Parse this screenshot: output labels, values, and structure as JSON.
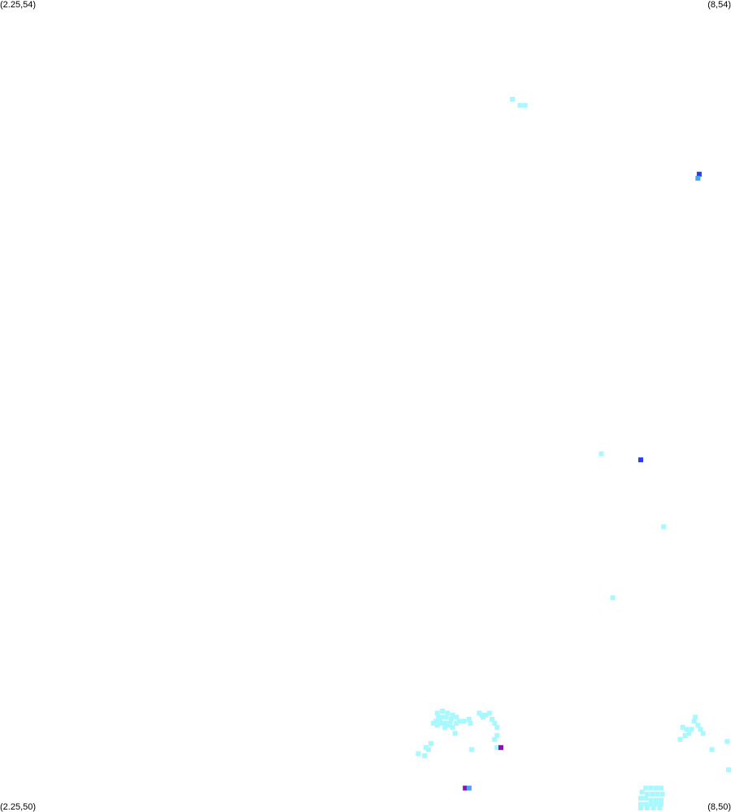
{
  "map": {
    "corners": {
      "top_left": "(2.25,54)",
      "top_right": "(8,54)",
      "bottom_left": "(2.25,50)",
      "bottom_right": "(8,50)"
    },
    "extent": {
      "lon_min": 2.25,
      "lon_max": 8,
      "lat_min": 50,
      "lat_max": 54
    },
    "colors": {
      "light": "#aaf8ff",
      "mid": "#4aa2ff",
      "dark": "#2b3cf5",
      "purple": "#8a12b0",
      "background": "#ffffff"
    },
    "points": [
      [
        6.28,
        53.51,
        "light"
      ],
      [
        6.34,
        53.48,
        "light"
      ],
      [
        6.38,
        53.48,
        "light"
      ],
      [
        7.75,
        53.14,
        "dark"
      ],
      [
        7.74,
        53.12,
        "mid"
      ],
      [
        6.98,
        51.76,
        "light"
      ],
      [
        7.29,
        51.73,
        "dark"
      ],
      [
        7.47,
        51.4,
        "light"
      ],
      [
        7.07,
        51.05,
        "light"
      ],
      [
        5.69,
        50.48,
        "light"
      ],
      [
        5.73,
        50.49,
        "light"
      ],
      [
        5.77,
        50.48,
        "light"
      ],
      [
        5.81,
        50.47,
        "light"
      ],
      [
        5.84,
        50.46,
        "light"
      ],
      [
        5.8,
        50.45,
        "light"
      ],
      [
        5.86,
        50.44,
        "light"
      ],
      [
        5.9,
        50.44,
        "light"
      ],
      [
        5.94,
        50.45,
        "light"
      ],
      [
        5.7,
        50.46,
        "light"
      ],
      [
        5.73,
        50.46,
        "light"
      ],
      [
        5.76,
        50.46,
        "light"
      ],
      [
        5.79,
        50.43,
        "light"
      ],
      [
        5.72,
        50.43,
        "light"
      ],
      [
        5.75,
        50.43,
        "light"
      ],
      [
        5.78,
        50.42,
        "light"
      ],
      [
        5.66,
        50.43,
        "light"
      ],
      [
        5.69,
        50.42,
        "light"
      ],
      [
        5.71,
        50.44,
        "light"
      ],
      [
        5.68,
        50.44,
        "light"
      ],
      [
        5.75,
        50.41,
        "light"
      ],
      [
        5.81,
        50.41,
        "light"
      ],
      [
        5.83,
        50.38,
        "light"
      ],
      [
        5.84,
        50.43,
        "light"
      ],
      [
        5.95,
        50.43,
        "light"
      ],
      [
        6.02,
        50.48,
        "light"
      ],
      [
        6.05,
        50.46,
        "light"
      ],
      [
        6.07,
        50.47,
        "light"
      ],
      [
        6.1,
        50.48,
        "light"
      ],
      [
        6.12,
        50.45,
        "light"
      ],
      [
        6.14,
        50.43,
        "light"
      ],
      [
        6.16,
        50.41,
        "light"
      ],
      [
        6.16,
        50.37,
        "light"
      ],
      [
        6.14,
        50.35,
        "light"
      ],
      [
        6.16,
        50.31,
        "light"
      ],
      [
        6.04,
        50.47,
        "light"
      ],
      [
        5.64,
        50.33,
        "light"
      ],
      [
        5.6,
        50.31,
        "light"
      ],
      [
        5.62,
        50.3,
        "light"
      ],
      [
        5.59,
        50.27,
        "light"
      ],
      [
        5.54,
        50.28,
        "light"
      ],
      [
        5.96,
        50.3,
        "light"
      ],
      [
        6.19,
        50.31,
        "purple"
      ],
      [
        5.91,
        50.11,
        "purple"
      ],
      [
        5.94,
        50.11,
        "mid"
      ],
      [
        7.62,
        50.41,
        "light"
      ],
      [
        7.65,
        50.4,
        "light"
      ],
      [
        7.67,
        50.38,
        "light"
      ],
      [
        7.69,
        50.4,
        "light"
      ],
      [
        7.64,
        50.37,
        "light"
      ],
      [
        7.6,
        50.35,
        "light"
      ],
      [
        7.71,
        50.44,
        "light"
      ],
      [
        7.74,
        50.42,
        "light"
      ],
      [
        7.76,
        50.4,
        "light"
      ],
      [
        7.78,
        50.38,
        "light"
      ],
      [
        7.72,
        50.46,
        "light"
      ],
      [
        7.97,
        50.34,
        "light"
      ],
      [
        7.85,
        50.3,
        "light"
      ],
      [
        7.99,
        50.2,
        "light"
      ],
      [
        7.33,
        50.11,
        "light"
      ],
      [
        7.37,
        50.11,
        "light"
      ],
      [
        7.41,
        50.11,
        "light"
      ],
      [
        7.45,
        50.11,
        "light"
      ],
      [
        7.3,
        50.09,
        "light"
      ],
      [
        7.34,
        50.08,
        "light"
      ],
      [
        7.38,
        50.08,
        "light"
      ],
      [
        7.42,
        50.08,
        "light"
      ],
      [
        7.46,
        50.08,
        "light"
      ],
      [
        7.29,
        50.06,
        "light"
      ],
      [
        7.33,
        50.06,
        "light"
      ],
      [
        7.37,
        50.05,
        "light"
      ],
      [
        7.41,
        50.05,
        "light"
      ],
      [
        7.45,
        50.05,
        "light"
      ],
      [
        7.29,
        50.03,
        "light"
      ],
      [
        7.33,
        50.03,
        "light"
      ],
      [
        7.37,
        50.03,
        "light"
      ],
      [
        7.41,
        50.03,
        "light"
      ],
      [
        7.45,
        50.03,
        "light"
      ],
      [
        7.29,
        50.01,
        "light"
      ],
      [
        7.34,
        50.01,
        "light"
      ],
      [
        7.39,
        50.01,
        "light"
      ],
      [
        7.44,
        50.01,
        "light"
      ]
    ]
  }
}
